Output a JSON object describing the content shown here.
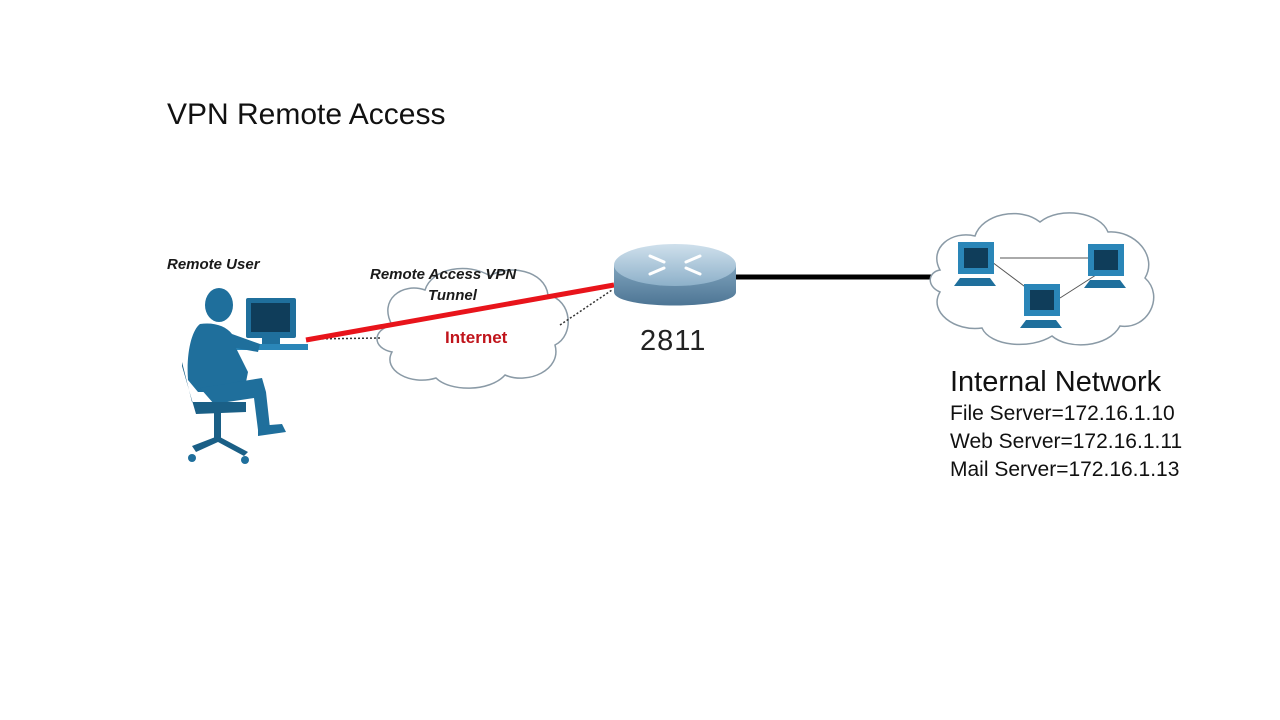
{
  "title": "VPN Remote Access",
  "labels": {
    "remote_user": "Remote User",
    "tunnel_line1": "Remote Access VPN",
    "tunnel_line2": "Tunnel",
    "internet": "Internet",
    "router_model": "2811"
  },
  "internal_network": {
    "title": "Internal Network",
    "servers": [
      "File Server=172.16.1.10",
      "Web Server=172.16.1.11",
      "Mail Server=172.16.1.13"
    ]
  },
  "colors": {
    "tunnel": "#e8141b",
    "device": "#1f6f9c",
    "router": "#8fb4cf",
    "cloud_stroke": "#8a9aa6",
    "label_internet": "#c0141b"
  },
  "icons": [
    "person-at-computer-icon",
    "cloud-icon",
    "router-icon",
    "server-icon"
  ]
}
